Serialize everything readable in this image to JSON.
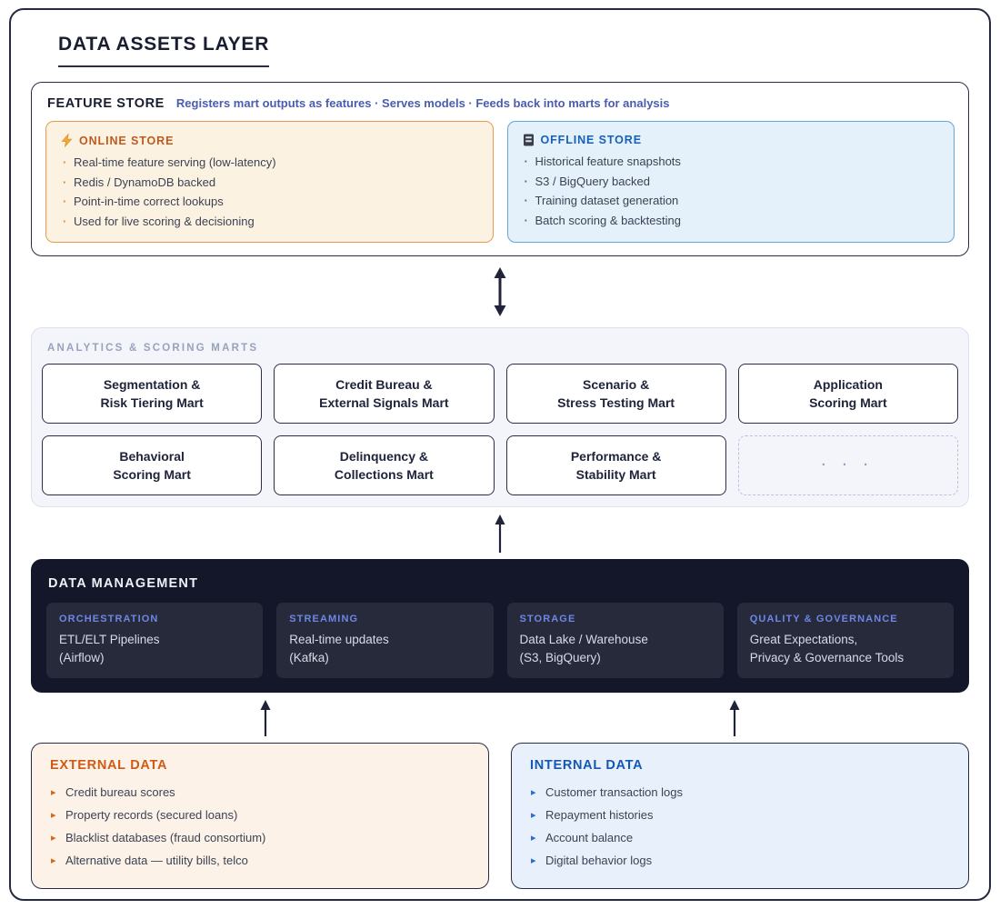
{
  "page": {
    "title": "DATA ASSETS LAYER"
  },
  "colors": {
    "frame_border": "#252a41",
    "accent_orange": "#bf5a1f",
    "accent_blue": "#1560b8",
    "subtitle_blue": "#4a5cae",
    "marts_label_gray": "#99a2bc",
    "dark_panel_bg": "#14172a",
    "dm_label_blue": "#6e87e6",
    "online_bg": "#fcf2e2",
    "offline_bg": "#e4f0fa",
    "external_bg": "#fcf2e7",
    "internal_bg": "#e7f0fb"
  },
  "feature_store": {
    "title": "FEATURE STORE",
    "subtitle": "Registers mart outputs as features · Serves models · Feeds back into marts for analysis",
    "online": {
      "icon": "lightning-icon",
      "title": "ONLINE STORE",
      "items": [
        "Real-time feature serving (low-latency)",
        "Redis / DynamoDB backed",
        "Point-in-time correct lookups",
        "Used for live scoring & decisioning"
      ]
    },
    "offline": {
      "icon": "server-icon",
      "title": "OFFLINE STORE",
      "items": [
        "Historical feature snapshots",
        "S3 / BigQuery backed",
        "Training dataset generation",
        "Batch scoring & backtesting"
      ]
    }
  },
  "marts": {
    "label": "ANALYTICS & SCORING MARTS",
    "boxes": [
      {
        "line1": "Segmentation &",
        "line2": "Risk Tiering Mart"
      },
      {
        "line1": "Credit Bureau &",
        "line2": "External Signals Mart"
      },
      {
        "line1": "Scenario &",
        "line2": "Stress Testing Mart"
      },
      {
        "line1": "Application",
        "line2": "Scoring Mart"
      },
      {
        "line1": "Behavioral",
        "line2": "Scoring Mart"
      },
      {
        "line1": "Delinquency &",
        "line2": "Collections Mart"
      },
      {
        "line1": "Performance &",
        "line2": "Stability Mart"
      }
    ],
    "placeholder": "· · ·"
  },
  "data_management": {
    "title": "DATA MANAGEMENT",
    "cells": [
      {
        "label": "ORCHESTRATION",
        "line1": "ETL/ELT Pipelines",
        "line2": "(Airflow)"
      },
      {
        "label": "STREAMING",
        "line1": "Real-time updates",
        "line2": "(Kafka)"
      },
      {
        "label": "STORAGE",
        "line1": "Data Lake / Warehouse",
        "line2": "(S3, BigQuery)"
      },
      {
        "label": "QUALITY & GOVERNANCE",
        "line1": "Great Expectations,",
        "line2": "Privacy & Governance Tools"
      }
    ]
  },
  "external_data": {
    "title": "EXTERNAL DATA",
    "items": [
      "Credit bureau scores",
      "Property records (secured loans)",
      "Blacklist databases (fraud consortium)",
      "Alternative data — utility bills, telco"
    ]
  },
  "internal_data": {
    "title": "INTERNAL DATA",
    "items": [
      "Customer transaction logs",
      "Repayment histories",
      "Account balance",
      "Digital behavior logs"
    ]
  }
}
